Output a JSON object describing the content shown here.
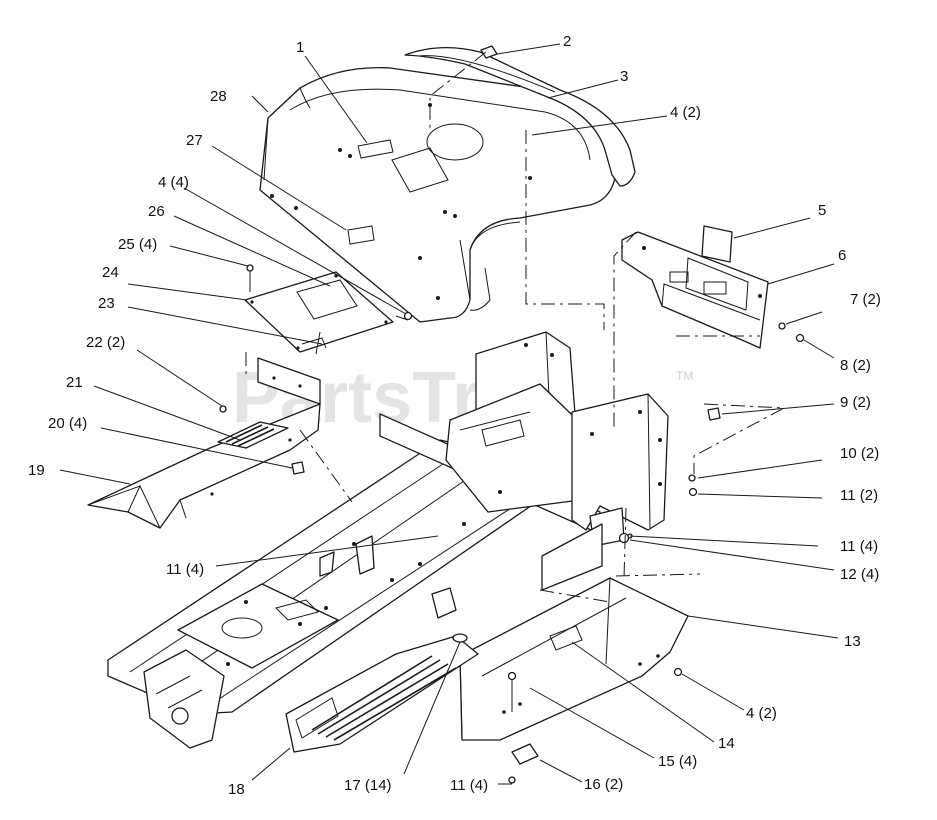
{
  "watermark": {
    "text": "PartsTree",
    "tm": "TM"
  },
  "callouts": [
    {
      "id": "c1",
      "text": "1"
    },
    {
      "id": "c2",
      "text": "2"
    },
    {
      "id": "c3",
      "text": "3"
    },
    {
      "id": "c4a",
      "text": "4 (2)"
    },
    {
      "id": "c5",
      "text": "5"
    },
    {
      "id": "c6",
      "text": "6"
    },
    {
      "id": "c7",
      "text": "7 (2)"
    },
    {
      "id": "c8",
      "text": "8 (2)"
    },
    {
      "id": "c9",
      "text": "9 (2)"
    },
    {
      "id": "c10",
      "text": "10 (2)"
    },
    {
      "id": "c11a",
      "text": "11 (2)"
    },
    {
      "id": "c11b",
      "text": "11 (4)"
    },
    {
      "id": "c12",
      "text": "12 (4)"
    },
    {
      "id": "c13",
      "text": "13"
    },
    {
      "id": "c4b",
      "text": "4 (2)"
    },
    {
      "id": "c14",
      "text": "14"
    },
    {
      "id": "c15",
      "text": "15 (4)"
    },
    {
      "id": "c16",
      "text": "16 (2)"
    },
    {
      "id": "c11c",
      "text": "11 (4)"
    },
    {
      "id": "c17",
      "text": "17 (14)"
    },
    {
      "id": "c18",
      "text": "18"
    },
    {
      "id": "c11d",
      "text": "11 (4)"
    },
    {
      "id": "c19",
      "text": "19"
    },
    {
      "id": "c20",
      "text": "20 (4)"
    },
    {
      "id": "c21",
      "text": "21"
    },
    {
      "id": "c22",
      "text": "22 (2)"
    },
    {
      "id": "c23",
      "text": "23"
    },
    {
      "id": "c24",
      "text": "24"
    },
    {
      "id": "c25",
      "text": "25 (4)"
    },
    {
      "id": "c26",
      "text": "26"
    },
    {
      "id": "c4c",
      "text": "4 (4)"
    },
    {
      "id": "c27",
      "text": "27"
    },
    {
      "id": "c28",
      "text": "28"
    }
  ]
}
